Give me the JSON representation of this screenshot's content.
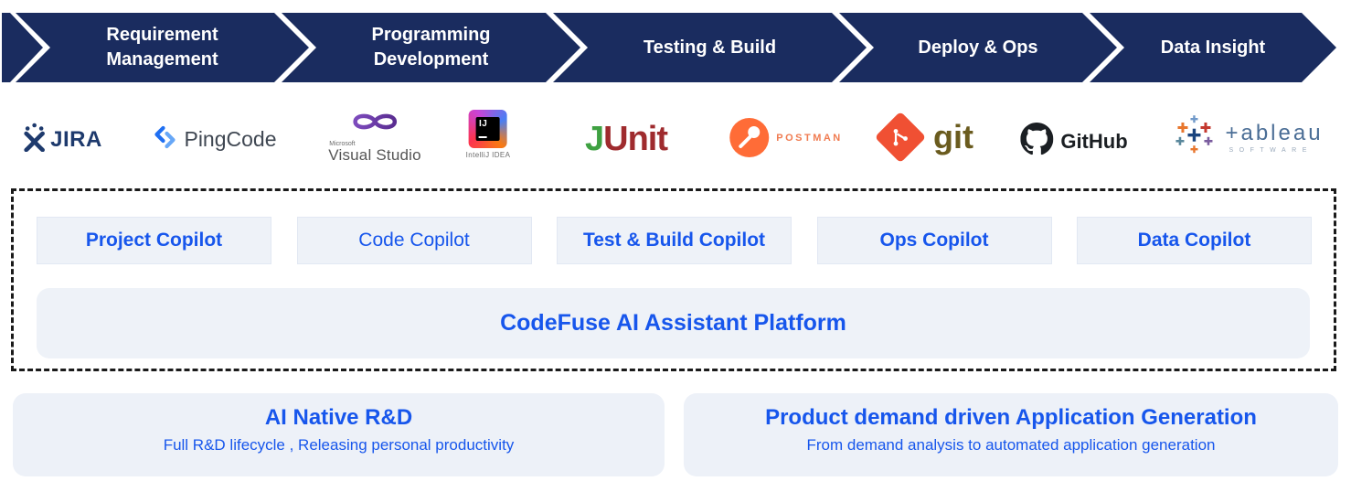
{
  "pipeline": {
    "stages": [
      {
        "label": "Requirement\nManagement"
      },
      {
        "label": "Programming\nDevelopment"
      },
      {
        "label": "Testing & Build"
      },
      {
        "label": "Deploy & Ops"
      },
      {
        "label": "Data Insight"
      }
    ]
  },
  "tools": {
    "jira": {
      "label": "JIRA"
    },
    "pingcode": {
      "label": "PingCode"
    },
    "visual_studio": {
      "brand": "Microsoft",
      "label": "Visual Studio"
    },
    "intellij": {
      "badge": "IJ",
      "label": "IntelliJ IDEA"
    },
    "junit": {
      "j": "J",
      "unit": "Unit"
    },
    "postman": {
      "label": "POSTMAN"
    },
    "git": {
      "label": "git"
    },
    "github": {
      "label": "GitHub"
    },
    "tableau": {
      "label": "+ableau",
      "sub": "SOFTWARE"
    }
  },
  "copilots": {
    "items": [
      {
        "label": "Project Copilot"
      },
      {
        "label": "Code Copilot"
      },
      {
        "label": "Test & Build Copilot"
      },
      {
        "label": "Ops Copilot"
      },
      {
        "label": "Data Copilot"
      }
    ]
  },
  "platform": {
    "label": "CodeFuse AI Assistant Platform"
  },
  "benefits": {
    "left": {
      "title": "AI Native R&D",
      "subtitle": "Full R&D lifecycle , Releasing personal productivity"
    },
    "right": {
      "title": "Product demand driven Application Generation",
      "subtitle": "From demand analysis to automated application generation"
    }
  },
  "colors": {
    "band_navy": "#1a2c5f",
    "accent_blue": "#1756ec",
    "panel_bg": "#edf1f8",
    "button_bg": "#eef2f8",
    "dash_color": "#1a1a1a"
  }
}
